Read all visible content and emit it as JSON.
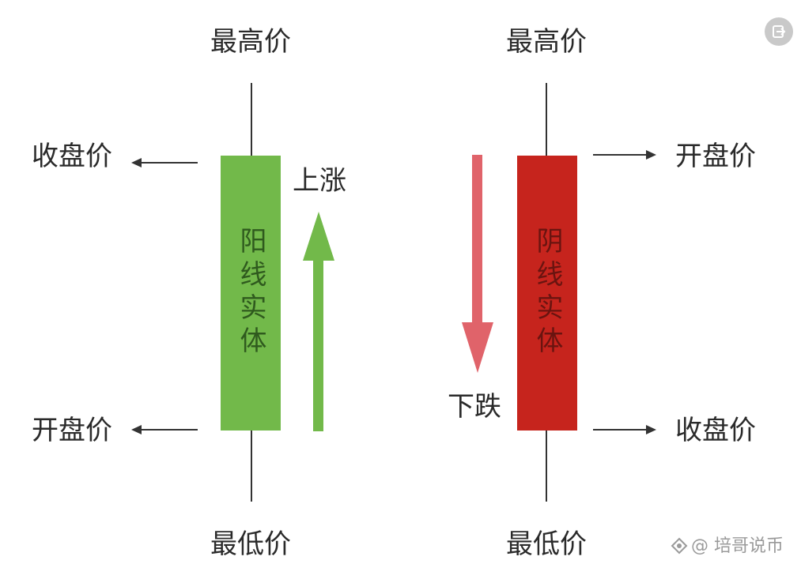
{
  "left": {
    "high_label": "最高价",
    "low_label": "最低价",
    "top_side_label": "收盘价",
    "bottom_side_label": "开盘价",
    "body_label": "阳线实体",
    "trend_label": "上涨",
    "color": "#72b94a"
  },
  "right": {
    "high_label": "最高价",
    "low_label": "最低价",
    "top_side_label": "开盘价",
    "bottom_side_label": "收盘价",
    "body_label": "阴线实体",
    "trend_label": "下跌",
    "color": "#c6241d",
    "arrow_color": "#e0636a"
  },
  "watermark": "@ 培哥说币",
  "corner_icon": "exit-icon"
}
